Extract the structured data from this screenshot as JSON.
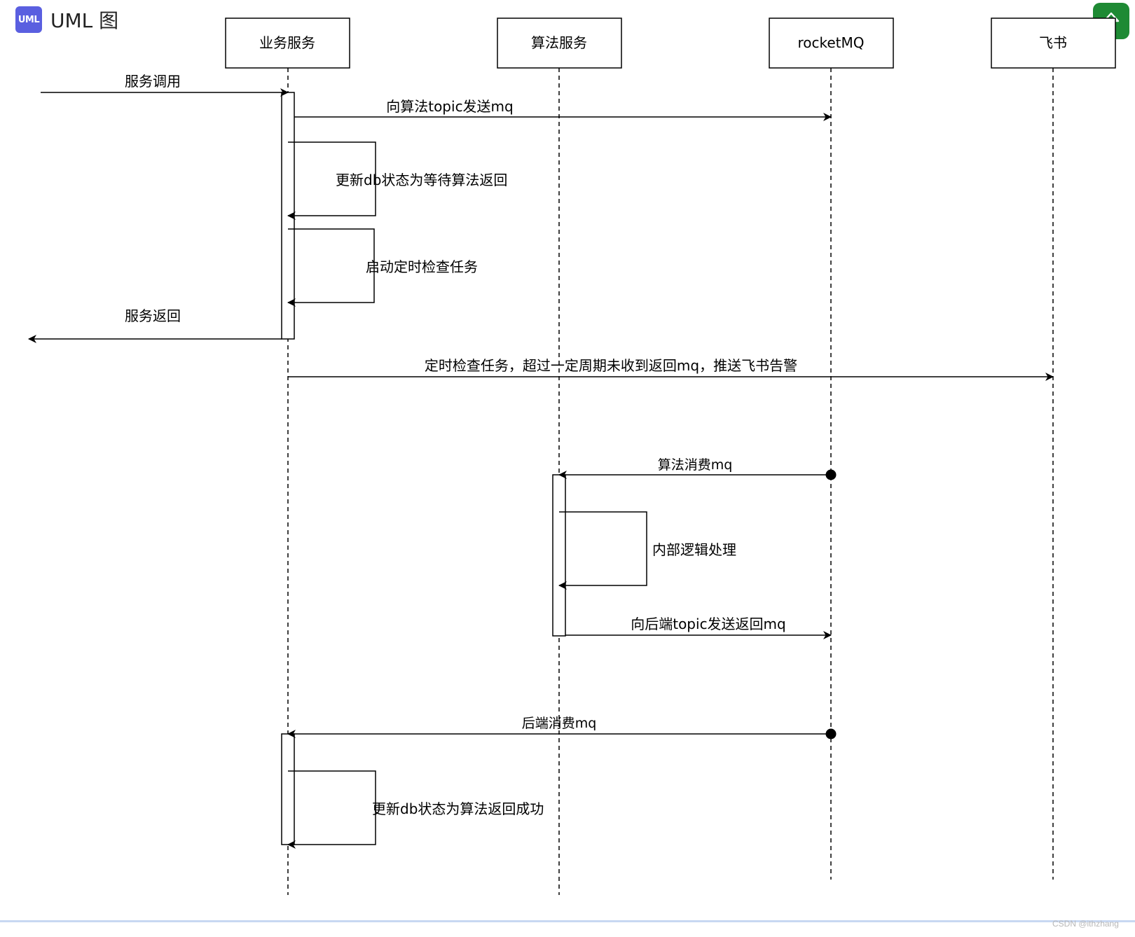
{
  "header": {
    "badge": "UML",
    "title": "UML 图"
  },
  "upload_icon": "upload-arrow-icon",
  "diagram": {
    "lifelines": [
      "业务服务",
      "算法服务",
      "rocketMQ",
      "飞书"
    ],
    "messages": [
      "服务调用",
      "向算法topic发送mq",
      "更新db状态为等待算法返回",
      "启动定时检查任务",
      "服务返回",
      "定时检查任务，超过一定周期未收到返回mq，推送飞书告警",
      "算法消费mq",
      "内部逻辑处理",
      "向后端topic发送返回mq",
      "后端消费mq",
      "更新db状态为算法返回成功"
    ]
  },
  "watermark": "CSDN @ithzhang",
  "colors": {
    "badge": "#5a5fe0",
    "upload": "#1e8a34",
    "stroke": "#000000"
  }
}
